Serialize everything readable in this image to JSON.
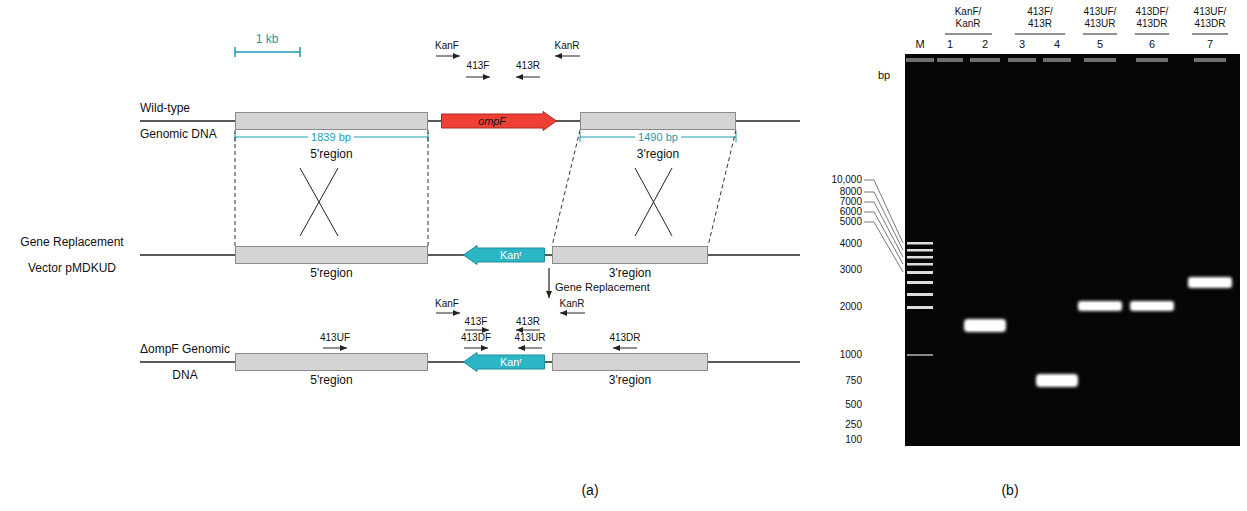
{
  "diagram": {
    "nodes": [
      {
        "text": [
          "5'region"
        ]
      },
      {
        "text": [
          "ompF"
        ]
      },
      {
        "text": [
          "3'region"
        ]
      },
      {
        "text": [
          "5'region"
        ]
      },
      {
        "text": [
          "Kanʳ"
        ]
      },
      {
        "text": [
          "3'region"
        ]
      },
      {
        "text": [
          "5'region"
        ]
      },
      {
        "text": [
          "Kanʳ"
        ]
      },
      {
        "text": [
          "3'region"
        ]
      }
    ],
    "edges": [
      {
        "from": 0,
        "to": 3,
        "arrow": "none"
      },
      {
        "from": 0,
        "to": 3,
        "arrow": "none"
      },
      {
        "from": 2,
        "to": 5,
        "arrow": "none"
      },
      {
        "from": 2,
        "to": 5,
        "arrow": "none"
      }
    ],
    "labels": [
      "1 kb",
      "Wild-type Genomic DNA",
      "1839 bp",
      "1490 bp",
      "KanF",
      "413F",
      "413R",
      "KanR",
      "Gene Replacement Vector pMDKUD",
      "Gene Replacement",
      "KanF",
      "KanR",
      "413F",
      "413R",
      "413DF",
      "413UR",
      "413UF",
      "413DR",
      "ΔompF Genomic DNA",
      "(a)",
      "KanF/ KanR",
      "413F/ 413R",
      "413UF/ 413UR",
      "413DF/ 413DR",
      "413UF/ 413DR",
      "M",
      "1",
      "2",
      "3",
      "4",
      "5",
      "6",
      "7",
      "bp",
      "10,000",
      "8000",
      "7000",
      "6000",
      "5000",
      "4000",
      "3000",
      "2000",
      "1000",
      "750",
      "500",
      "250",
      "100",
      "(b)"
    ]
  }
}
